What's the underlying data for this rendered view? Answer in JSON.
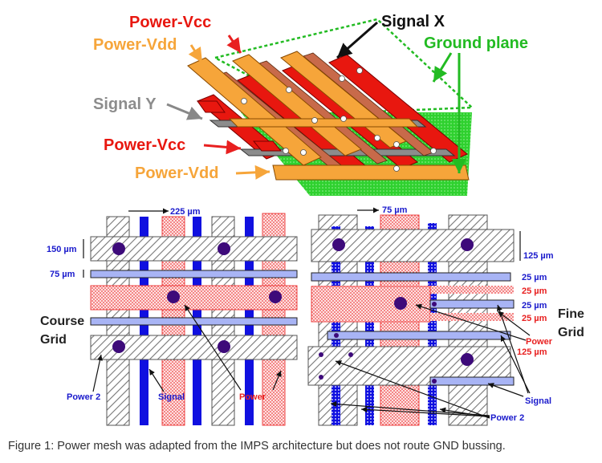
{
  "top_diagram": {
    "labels": {
      "power_vcc_top": "Power-Vcc",
      "power_vdd_top": "Power-Vdd",
      "signal_x": "Signal X",
      "ground_plane": "Ground plane",
      "signal_y": "Signal Y",
      "power_vcc_mid": "Power-Vcc",
      "power_vdd_bottom": "Power-Vdd"
    }
  },
  "course_grid": {
    "title_line1": "Course",
    "title_line2": "Grid",
    "dim_pitch": "225 µm",
    "dim_power_width": "150 µm",
    "dim_signal_width": "75 µm",
    "label_power2": "Power 2",
    "label_signal": "Signal",
    "label_power": "Power"
  },
  "fine_grid": {
    "title_line1": "Fine",
    "title_line2": "Grid",
    "dim_pitch": "75 µm",
    "dim_power2": "125 µm",
    "dim_signal_a": "25 µm",
    "dim_power_a": "25 µm",
    "dim_signal_b": "25 µm",
    "dim_power_b": "25 µm",
    "label_power": "Power",
    "dim_power_width": "125 µm",
    "label_signal": "Signal",
    "label_power2": "Power 2"
  },
  "caption": "Figure 1: Power mesh was adapted from the IMPS architecture but does not route GND bussing.",
  "colors": {
    "vcc_red": "#e8170f",
    "vdd_orange": "#f6a53a",
    "signal_gray": "#8c8c8c",
    "ground_green": "#33cc33",
    "dim_blue": "#1a1acc",
    "power_red_text": "#e82020",
    "via_purple": "#3d0a7a"
  }
}
